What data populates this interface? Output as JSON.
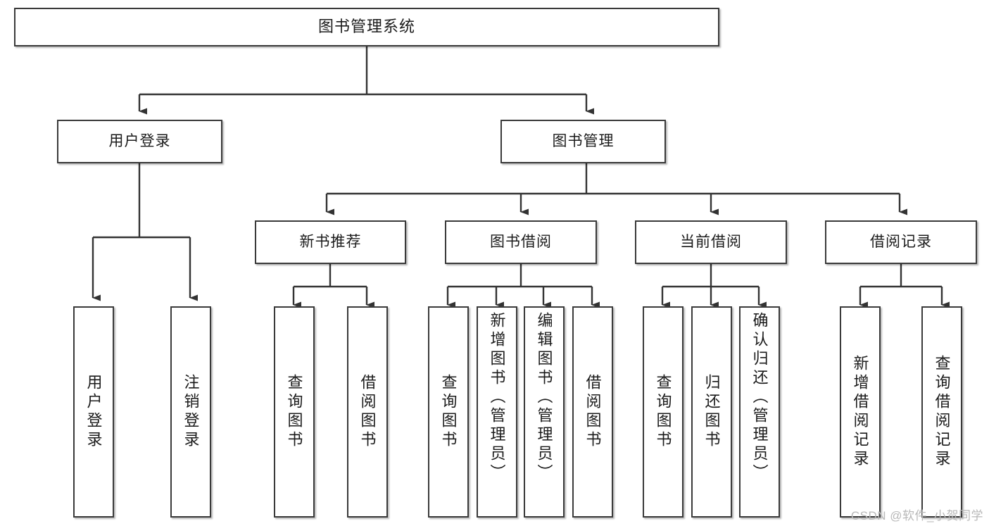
{
  "diagram": {
    "type": "tree-hierarchy",
    "title": "图书管理系统",
    "watermark": "CSDN @软件_小贺同学",
    "colors": {
      "box_border": "#3a3a3a",
      "box_fill": "#ffffff",
      "connector": "#333333",
      "text": "#1b1b1b",
      "watermark": "#b8b8b8"
    },
    "levels": {
      "root": {
        "label": "图书管理系统"
      },
      "level2": [
        {
          "label": "用户登录"
        },
        {
          "label": "图书管理"
        }
      ],
      "level3": [
        {
          "label": "新书推荐"
        },
        {
          "label": "图书借阅"
        },
        {
          "label": "当前借阅"
        },
        {
          "label": "借阅记录"
        }
      ],
      "leaves": {
        "user_login": [
          {
            "label": "用户登录"
          },
          {
            "label": "注销登录"
          }
        ],
        "new_book_recommend": [
          {
            "label": "查询图书"
          },
          {
            "label": "借阅图书"
          }
        ],
        "book_borrow": [
          {
            "label": "查询图书"
          },
          {
            "label": "新增图书（管理员）"
          },
          {
            "label": "编辑图书（管理员）"
          },
          {
            "label": "借阅图书"
          }
        ],
        "current_borrow": [
          {
            "label": "查询图书"
          },
          {
            "label": "归还图书"
          },
          {
            "label": "确认归还（管理员）"
          }
        ],
        "borrow_record": [
          {
            "label": "新增借阅记录"
          },
          {
            "label": "查询借阅记录"
          }
        ]
      }
    }
  }
}
